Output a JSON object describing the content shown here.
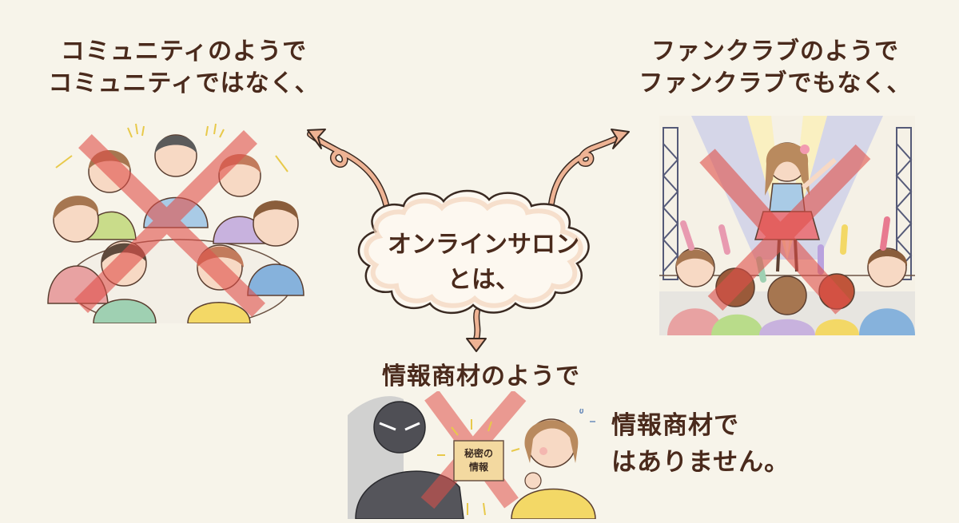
{
  "center": {
    "cloud_label_line1": "オンラインサロン",
    "cloud_label_line2": "とは、"
  },
  "community": {
    "line1": "コミュニティのようで",
    "line2": "コミュニティではなく、",
    "illustration": "people-around-table-crossed-out"
  },
  "fanclub": {
    "line1": "ファンクラブのようで",
    "line2": "ファンクラブでもなく、",
    "illustration": "idol-on-stage-crossed-out"
  },
  "info_product": {
    "line1": "情報商材のようで",
    "box_label_line1": "秘密の",
    "box_label_line2": "情報",
    "illustration": "shady-seller-crossed-out"
  },
  "conclusion": {
    "line1": "情報商材で",
    "line2": "はありません。"
  },
  "colors": {
    "background": "#f7f4ea",
    "text": "#4a2a1c",
    "arrow_fill": "#eeb394",
    "cross": "#e0706b",
    "cloud_fill": "#fdf8f0"
  }
}
